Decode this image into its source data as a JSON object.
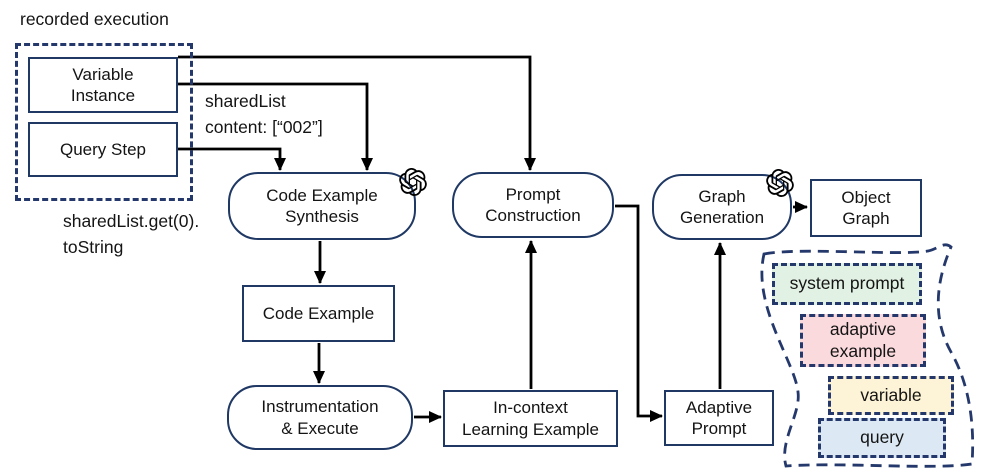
{
  "annotations": {
    "recorded_execution": "recorded execution",
    "query_code": "sharedList.get(0).\ntoString",
    "edge_label": "sharedList\ncontent: [“002”]"
  },
  "nodes": {
    "variable_instance": "Variable\nInstance",
    "query_step": "Query Step",
    "code_example_synthesis": "Code Example\nSynthesis",
    "prompt_construction": "Prompt\nConstruction",
    "graph_generation": "Graph\nGeneration",
    "object_graph": "Object\nGraph",
    "code_example": "Code Example",
    "instrumentation_execute": "Instrumentation\n& Execute",
    "in_context_learning_example": "In-context\nLearning Example",
    "adaptive_prompt": "Adaptive\nPrompt"
  },
  "prompt_scroll": {
    "items": [
      {
        "label": "system prompt",
        "color": "#e1f1e4"
      },
      {
        "label": "adaptive\nexample",
        "color": "#fbdade"
      },
      {
        "label": "variable",
        "color": "#fdf3d6"
      },
      {
        "label": "query",
        "color": "#dce9f5"
      }
    ]
  },
  "icons": {
    "llm": "openai-logo"
  },
  "colors": {
    "outline": "#1f3864",
    "connector": "#000000",
    "background": "#ffffff"
  }
}
